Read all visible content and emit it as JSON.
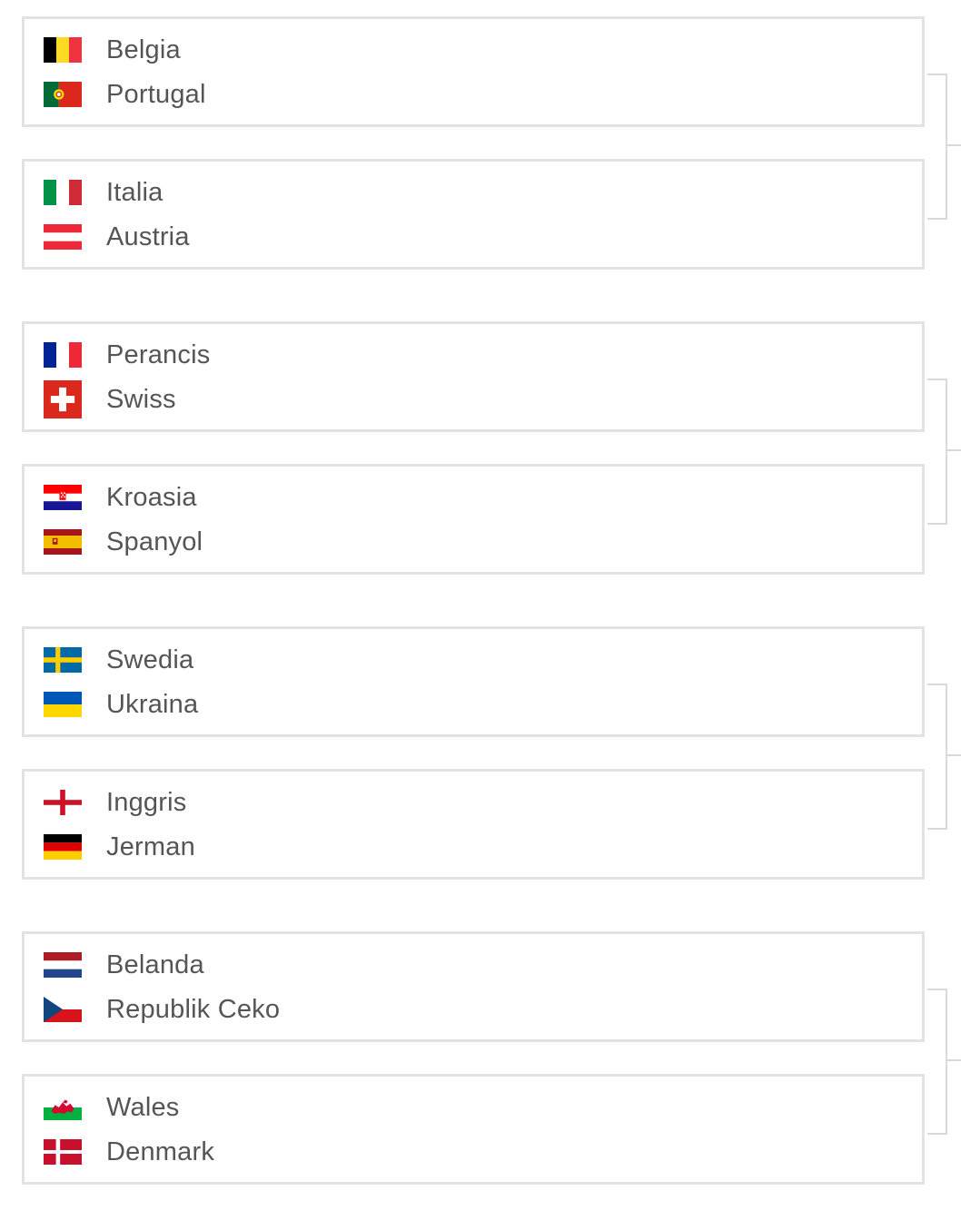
{
  "matches": [
    {
      "team1": {
        "name": "Belgia",
        "flag": "belgium-flag"
      },
      "team2": {
        "name": "Portugal",
        "flag": "portugal-flag"
      }
    },
    {
      "team1": {
        "name": "Italia",
        "flag": "italy-flag"
      },
      "team2": {
        "name": "Austria",
        "flag": "austria-flag"
      }
    },
    {
      "team1": {
        "name": "Perancis",
        "flag": "france-flag"
      },
      "team2": {
        "name": "Swiss",
        "flag": "switzerland-flag"
      }
    },
    {
      "team1": {
        "name": "Kroasia",
        "flag": "croatia-flag"
      },
      "team2": {
        "name": "Spanyol",
        "flag": "spain-flag"
      }
    },
    {
      "team1": {
        "name": "Swedia",
        "flag": "sweden-flag"
      },
      "team2": {
        "name": "Ukraina",
        "flag": "ukraine-flag"
      }
    },
    {
      "team1": {
        "name": "Inggris",
        "flag": "england-flag"
      },
      "team2": {
        "name": "Jerman",
        "flag": "germany-flag"
      }
    },
    {
      "team1": {
        "name": "Belanda",
        "flag": "netherlands-flag"
      },
      "team2": {
        "name": "Republik Ceko",
        "flag": "czech-republic-flag"
      }
    },
    {
      "team1": {
        "name": "Wales",
        "flag": "wales-flag"
      },
      "team2": {
        "name": "Denmark",
        "flag": "denmark-flag"
      }
    }
  ],
  "colors": {
    "border": "#e3e3e3",
    "text": "#555555",
    "connector": "#d9d9d9"
  }
}
